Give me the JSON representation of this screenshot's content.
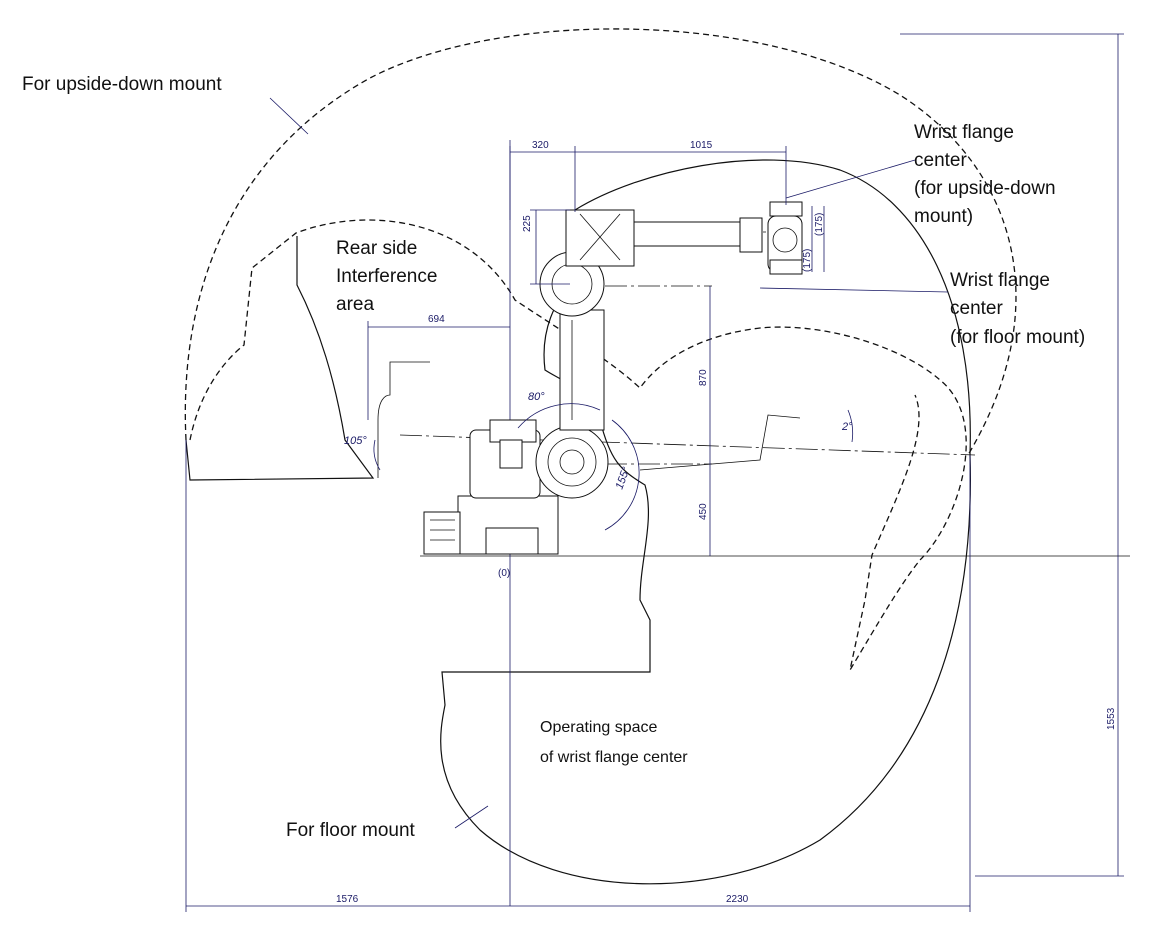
{
  "labels": {
    "upside_down_mount": "For upside-down mount",
    "rear_side_line1": "Rear side",
    "rear_side_line2": "Interference",
    "rear_side_line3": "area",
    "wrist_upside_line1": "Wrist flange",
    "wrist_upside_line2": "center",
    "wrist_upside_line3": "(for upside-down",
    "wrist_upside_line4": "mount)",
    "wrist_floor_line1": "Wrist flange",
    "wrist_floor_line2": "center",
    "wrist_floor_line3": "(for floor mount)",
    "operating_space_line1": "Operating space",
    "operating_space_line2": "of wrist flange center",
    "floor_mount": "For floor mount",
    "origin": "(0)"
  },
  "dimensions": {
    "d320": "320",
    "d1015": "1015",
    "d225": "225",
    "d175a": "(175)",
    "d175b": "(175)",
    "d694": "694",
    "d870": "870",
    "d450": "450",
    "d1553": "1553",
    "d1576": "1576",
    "d2230": "2230"
  },
  "angles": {
    "a80": "80°",
    "a105": "105°",
    "a155": "155°",
    "a2": "2°"
  }
}
